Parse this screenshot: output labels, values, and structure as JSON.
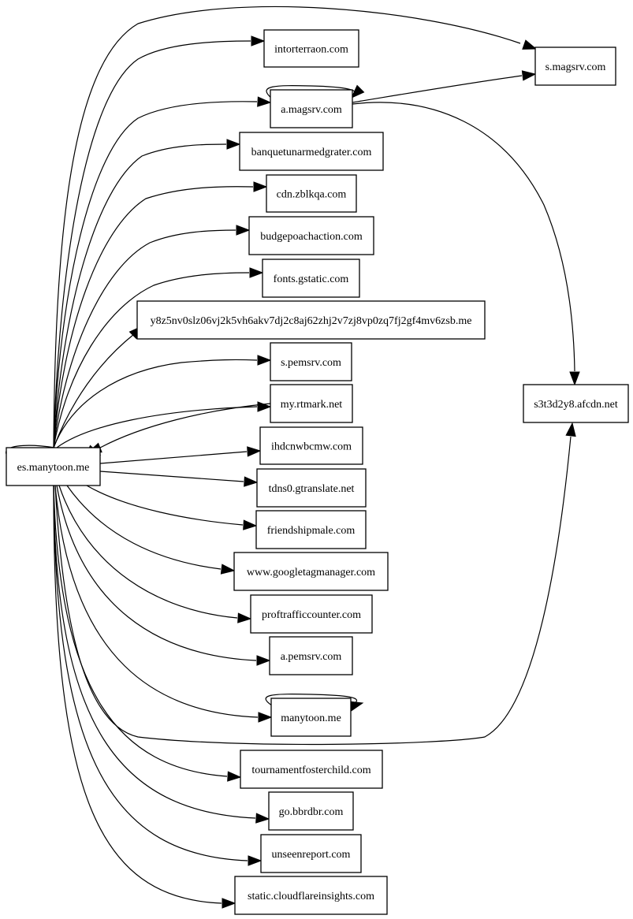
{
  "graph": {
    "layout": "left-to-right",
    "nodes": [
      {
        "id": "es",
        "label": "es.manytoon.me"
      },
      {
        "id": "intor",
        "label": "intorterraon.com"
      },
      {
        "id": "amag",
        "label": "a.magsrv.com"
      },
      {
        "id": "banq",
        "label": "banquetunarmedgrater.com"
      },
      {
        "id": "cdnz",
        "label": "cdn.zblkqa.com"
      },
      {
        "id": "budg",
        "label": "budgepoachaction.com"
      },
      {
        "id": "fonts",
        "label": "fonts.gstatic.com"
      },
      {
        "id": "y8z",
        "label": "y8z5nv0slz06vj2k5vh6akv7dj2c8aj62zhj2v7zj8vp0zq7fj2gf4mv6zsb.me"
      },
      {
        "id": "spem",
        "label": "s.pemsrv.com"
      },
      {
        "id": "myrt",
        "label": "my.rtmark.net"
      },
      {
        "id": "ihdc",
        "label": "ihdcnwbcmw.com"
      },
      {
        "id": "tdns",
        "label": "tdns0.gtranslate.net"
      },
      {
        "id": "friend",
        "label": "friendshipmale.com"
      },
      {
        "id": "gtm",
        "label": "www.googletagmanager.com"
      },
      {
        "id": "proft",
        "label": "proftrafficcounter.com"
      },
      {
        "id": "apem",
        "label": "a.pemsrv.com"
      },
      {
        "id": "many",
        "label": "manytoon.me"
      },
      {
        "id": "tourn",
        "label": "tournamentfosterchild.com"
      },
      {
        "id": "gobb",
        "label": "go.bbrdbr.com"
      },
      {
        "id": "unseen",
        "label": "unseenreport.com"
      },
      {
        "id": "static",
        "label": "static.cloudflareinsights.com"
      },
      {
        "id": "smag",
        "label": "s.magsrv.com"
      },
      {
        "id": "s3t",
        "label": "s3t3d2y8.afcdn.net"
      }
    ],
    "edges": [
      [
        "es",
        "es"
      ],
      [
        "es",
        "smag"
      ],
      [
        "es",
        "intor"
      ],
      [
        "es",
        "amag"
      ],
      [
        "es",
        "banq"
      ],
      [
        "es",
        "cdnz"
      ],
      [
        "es",
        "budg"
      ],
      [
        "es",
        "fonts"
      ],
      [
        "es",
        "y8z"
      ],
      [
        "es",
        "spem"
      ],
      [
        "es",
        "myrt"
      ],
      [
        "es",
        "ihdc"
      ],
      [
        "es",
        "tdns"
      ],
      [
        "es",
        "friend"
      ],
      [
        "es",
        "gtm"
      ],
      [
        "es",
        "proft"
      ],
      [
        "es",
        "apem"
      ],
      [
        "es",
        "many"
      ],
      [
        "es",
        "s3t"
      ],
      [
        "es",
        "tourn"
      ],
      [
        "es",
        "gobb"
      ],
      [
        "es",
        "unseen"
      ],
      [
        "es",
        "static"
      ],
      [
        "amag",
        "amag"
      ],
      [
        "amag",
        "smag"
      ],
      [
        "amag",
        "s3t"
      ],
      [
        "many",
        "many"
      ]
    ]
  }
}
